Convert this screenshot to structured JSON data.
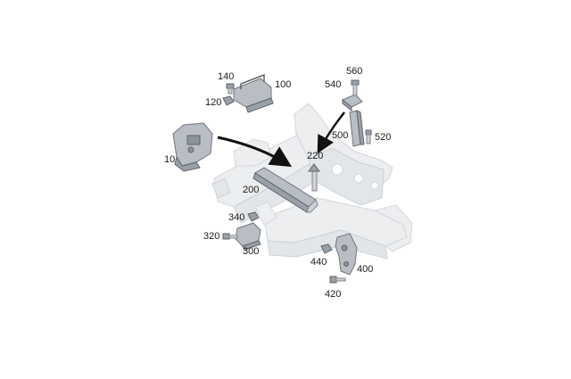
{
  "callouts": {
    "c10": "10",
    "c100": "100",
    "c120": "120",
    "c140": "140",
    "c200": "200",
    "c220": "220",
    "c300": "300",
    "c320": "320",
    "c340": "340",
    "c400": "400",
    "c420": "420",
    "c440": "440",
    "c500": "500",
    "c520": "520",
    "c540": "540",
    "c560": "560"
  },
  "colors": {
    "frame": "#eceef0",
    "part": "#b9bec4",
    "arrow": "#111111"
  }
}
